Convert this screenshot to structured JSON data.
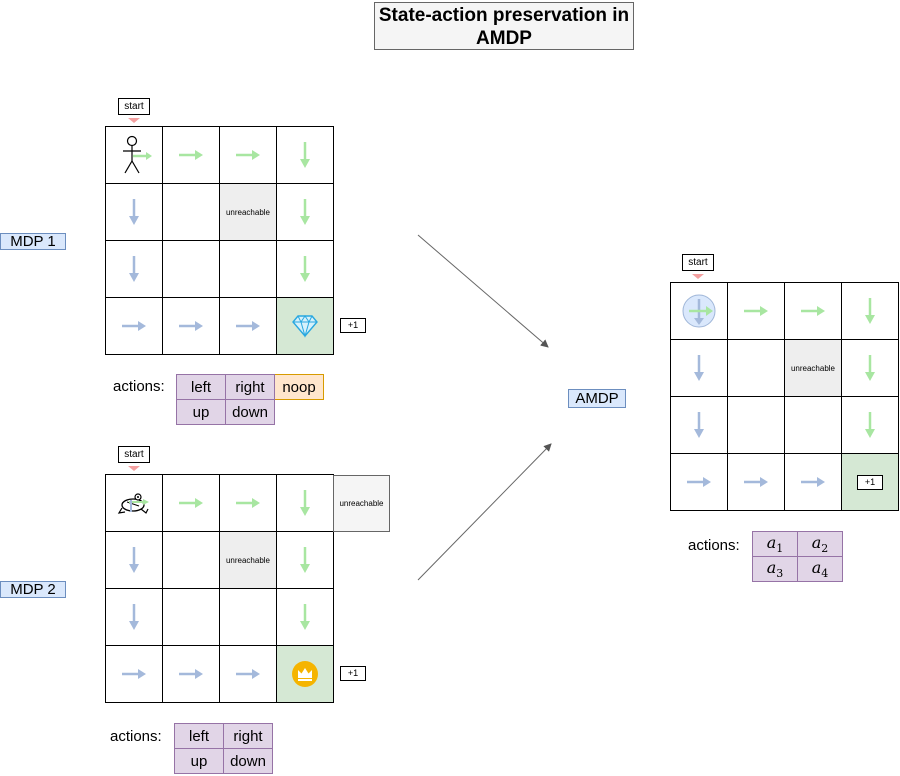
{
  "title": "State-action preservation in AMDP",
  "colors": {
    "down_arrow": "#a4b9db",
    "right_arrow": "#a8e6a1",
    "unreachable": "#eeeeee",
    "goal": "#d5e8d4",
    "blue_label": "#dae8fc",
    "purple": "#e1d5e7",
    "orange": "#ffe6cc"
  },
  "mdp1": {
    "label": "MDP 1",
    "start": "start",
    "reward": "+1",
    "unreachable": "unreachable",
    "agent_icon": "stick-figure-icon",
    "goal_icon": "diamond-gem-icon",
    "actions_label": "actions:",
    "actions": [
      "left",
      "right",
      "noop",
      "up",
      "down"
    ]
  },
  "mdp2": {
    "label": "MDP 2",
    "start": "start",
    "reward": "+1",
    "unreachable": "unreachable",
    "agent_icon": "frog-icon",
    "goal_icon": "crown-coin-icon",
    "actions_label": "actions:",
    "actions": [
      "left",
      "right",
      "up",
      "down"
    ]
  },
  "amdp": {
    "label": "AMDP",
    "start": "start",
    "reward": "+1",
    "unreachable": "unreachable",
    "agent_icon": "abstract-state-icon",
    "actions_label": "actions:",
    "actions": [
      "a",
      "1",
      "a",
      "2",
      "a",
      "3",
      "a",
      "4"
    ]
  }
}
